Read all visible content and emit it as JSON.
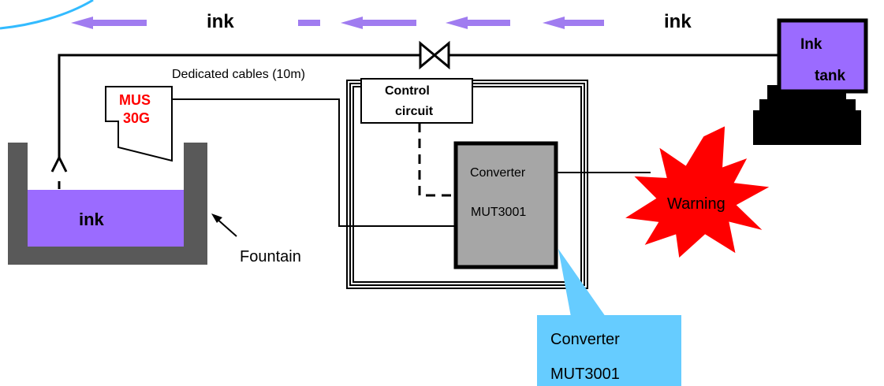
{
  "labels": {
    "ink_flow_left": "ink",
    "ink_flow_right": "ink",
    "ink_fountain": "ink",
    "ink_tank_line1": "Ink",
    "ink_tank_line2": "tank",
    "cables": "Dedicated cables (10m)",
    "sensor_line1": "MUS",
    "sensor_line2": "30G",
    "control_line1": "Control",
    "control_line2": "circuit",
    "converter_line1": "Converter",
    "converter_line2": "MUT3001",
    "warning": "Warning",
    "fountain": "Fountain",
    "callout_line1": "Converter",
    "callout_line2": "MUT3001"
  },
  "colors": {
    "ink": "#9b6bff",
    "arrow": "#a07cf0",
    "sensor_text": "#ff0000",
    "warning_fill": "#ff0000",
    "converter_fill": "#a6a6a6",
    "callout_fill": "#66ccff",
    "fountain_wall": "#595959",
    "arc": "#33bbff"
  }
}
